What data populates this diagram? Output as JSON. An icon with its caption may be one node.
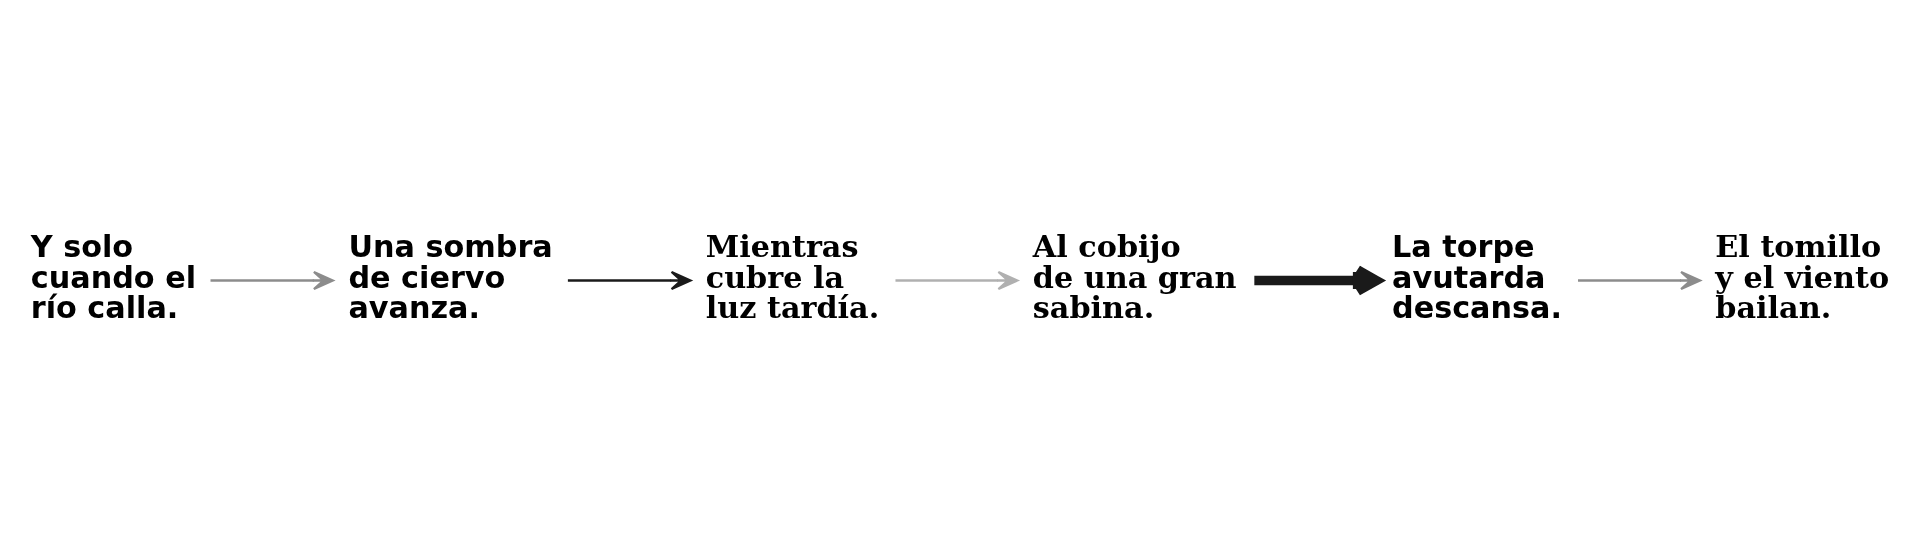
{
  "diagram": {
    "nodes": [
      {
        "text": [
          "Y solo cuando el río calla."
        ]
      },
      {
        "text": [
          "Una sombra de ciervo avanza."
        ]
      },
      {
        "text": [
          "Mientras cubre la luz tardía."
        ]
      },
      {
        "text": [
          "Al cobijo de una gran sabina."
        ]
      },
      {
        "text": [
          "La torpe avutarda descansa."
        ]
      },
      {
        "text": [
          "El tomillo y el viento bailan."
        ]
      }
    ],
    "edges": [
      {
        "from": 0,
        "to": 1,
        "arrow": "to"
      },
      {
        "from": 1,
        "to": 2,
        "arrow": "to",
        "color": "#1a1a1a"
      },
      {
        "from": 2,
        "to": 3,
        "arrow": "to",
        "color": "#b0b0b0"
      },
      {
        "from": 3,
        "to": 4,
        "arrow": "to",
        "style": "thick",
        "color": "#1a1a1a"
      },
      {
        "from": 4,
        "to": 5,
        "arrow": "to"
      }
    ]
  }
}
